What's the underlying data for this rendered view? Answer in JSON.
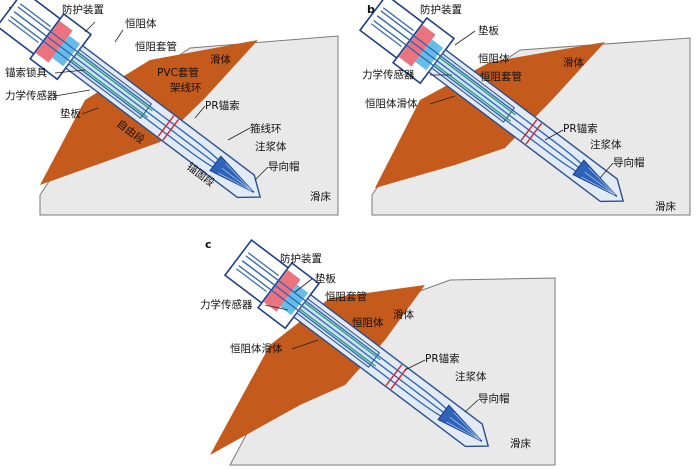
{
  "colors": {
    "slide_body": "#c45a1c",
    "bed_fill": "#e9e9e9",
    "bed_edge": "#7a7a7a",
    "duct": "#e2eaf6",
    "duct_edge": "#2c4f8f",
    "cable": "#2d63b8",
    "device": "#1f3f8a",
    "pad": "#e85a6a",
    "sensor": "#55b7e6",
    "crack": "#8fb7d6",
    "thrust": "#f0a060"
  },
  "panels": [
    {
      "tag": "a",
      "labels": {
        "protect": "防护装置",
        "constant_body": "恒阻体",
        "constant_sleeve": "恒阻套管",
        "pvc_sleeve": "PVC套管",
        "anchor_lock": "锚索锁具",
        "slide": "滑体",
        "sensor": "力学传感器",
        "spacer_ring": "架线环",
        "pad": "垫板",
        "free_section": "自由段",
        "pr_cable": "PR锚索",
        "binding_ring": "箍线环",
        "grout": "注浆体",
        "anchor_section": "锚固段",
        "guide_cap": "导向帽",
        "bed": "滑床"
      }
    },
    {
      "tag": "b",
      "labels": {
        "protect": "防护装置",
        "pad": "垫板",
        "constant_body": "恒阻体",
        "slide": "滑体",
        "sensor": "力学传感器",
        "constant_sleeve": "恒阻套管",
        "constant_slip": "恒阻体滑体",
        "pr_cable": "PR锚索",
        "grout": "注浆体",
        "guide_cap": "导向帽",
        "bed": "滑床"
      }
    },
    {
      "tag": "c",
      "labels": {
        "protect": "防护装置",
        "pad": "垫板",
        "sensor": "力学传感器",
        "constant_sleeve": "恒阻套管",
        "constant_body": "恒阻体",
        "slide": "滑体",
        "constant_slip": "恒阻体滑体",
        "pr_cable": "PR锚索",
        "grout": "注浆体",
        "guide_cap": "导向帽",
        "bed": "滑床"
      }
    }
  ]
}
